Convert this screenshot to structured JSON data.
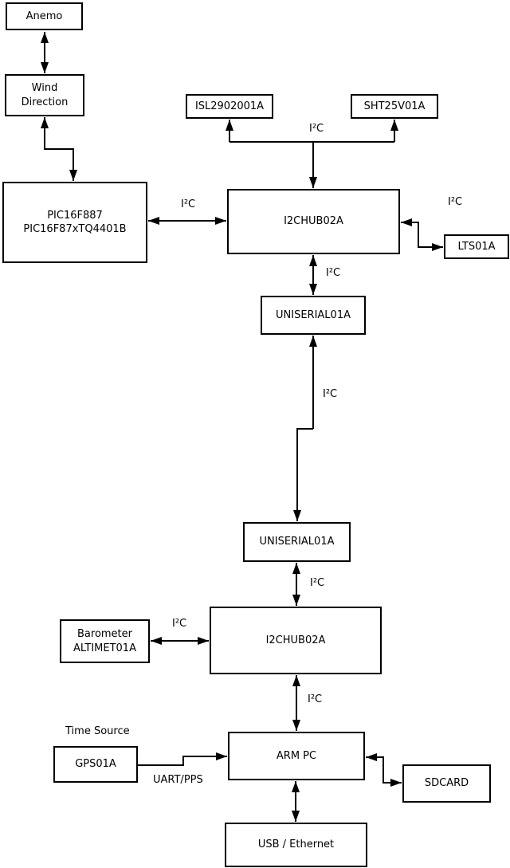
{
  "nodes": {
    "anemo": "Anemo",
    "wind_direction": "Wind\nDirection",
    "pic": "PIC16F887\nPIC16F87xTQ4401B",
    "isl": "ISL2902001A",
    "sht": "SHT25V01A",
    "i2c_hub_top": "I2CHUB02A",
    "lts": "LTS01A",
    "uniserial_top": "UNISERIAL01A",
    "uniserial_bottom": "UNISERIAL01A",
    "i2c_hub_bottom": "I2CHUB02A",
    "barometer": "Barometer\nALTIMET01A",
    "gps": "GPS01A",
    "arm_pc": "ARM PC",
    "sdcard": "SDCARD",
    "usb_ethernet": "USB / Ethernet"
  },
  "edge_labels": {
    "i2c": "I²C",
    "uart_pps": "UART/PPS",
    "time_source": "Time Source"
  },
  "connections": [
    {
      "from": "Anemo",
      "to": "Wind Direction",
      "direction": "bidirectional"
    },
    {
      "from": "Wind Direction",
      "to": "PIC16F887 PIC16F87xTQ4401B",
      "direction": "bidirectional"
    },
    {
      "from": "PIC16F887 PIC16F87xTQ4401B",
      "to": "I2CHUB02A (top)",
      "direction": "bidirectional",
      "label": "I²C"
    },
    {
      "from": "I2CHUB02A (top)",
      "to": "ISL2902001A / SHT25V01A",
      "direction": "bidirectional",
      "label": "I²C"
    },
    {
      "from": "I2CHUB02A (top)",
      "to": "LTS01A",
      "direction": "bidirectional",
      "label": "I²C"
    },
    {
      "from": "I2CHUB02A (top)",
      "to": "UNISERIAL01A (top)",
      "direction": "bidirectional",
      "label": "I²C"
    },
    {
      "from": "UNISERIAL01A (top)",
      "to": "UNISERIAL01A (bottom)",
      "direction": "bidirectional",
      "label": "I²C"
    },
    {
      "from": "UNISERIAL01A (bottom)",
      "to": "I2CHUB02A (bottom)",
      "direction": "bidirectional",
      "label": "I²C"
    },
    {
      "from": "Barometer ALTIMET01A",
      "to": "I2CHUB02A (bottom)",
      "direction": "bidirectional",
      "label": "I²C"
    },
    {
      "from": "I2CHUB02A (bottom)",
      "to": "ARM PC",
      "direction": "bidirectional",
      "label": "I²C"
    },
    {
      "from": "GPS01A",
      "to": "ARM PC",
      "direction": "to",
      "label": "UART/PPS"
    },
    {
      "from": "ARM PC",
      "to": "SDCARD",
      "direction": "bidirectional"
    },
    {
      "from": "ARM PC",
      "to": "USB / Ethernet",
      "direction": "bidirectional"
    }
  ],
  "colors": {
    "background": "#ffffff",
    "line": "#000000",
    "box_border": "#000000",
    "text": "#000000"
  }
}
